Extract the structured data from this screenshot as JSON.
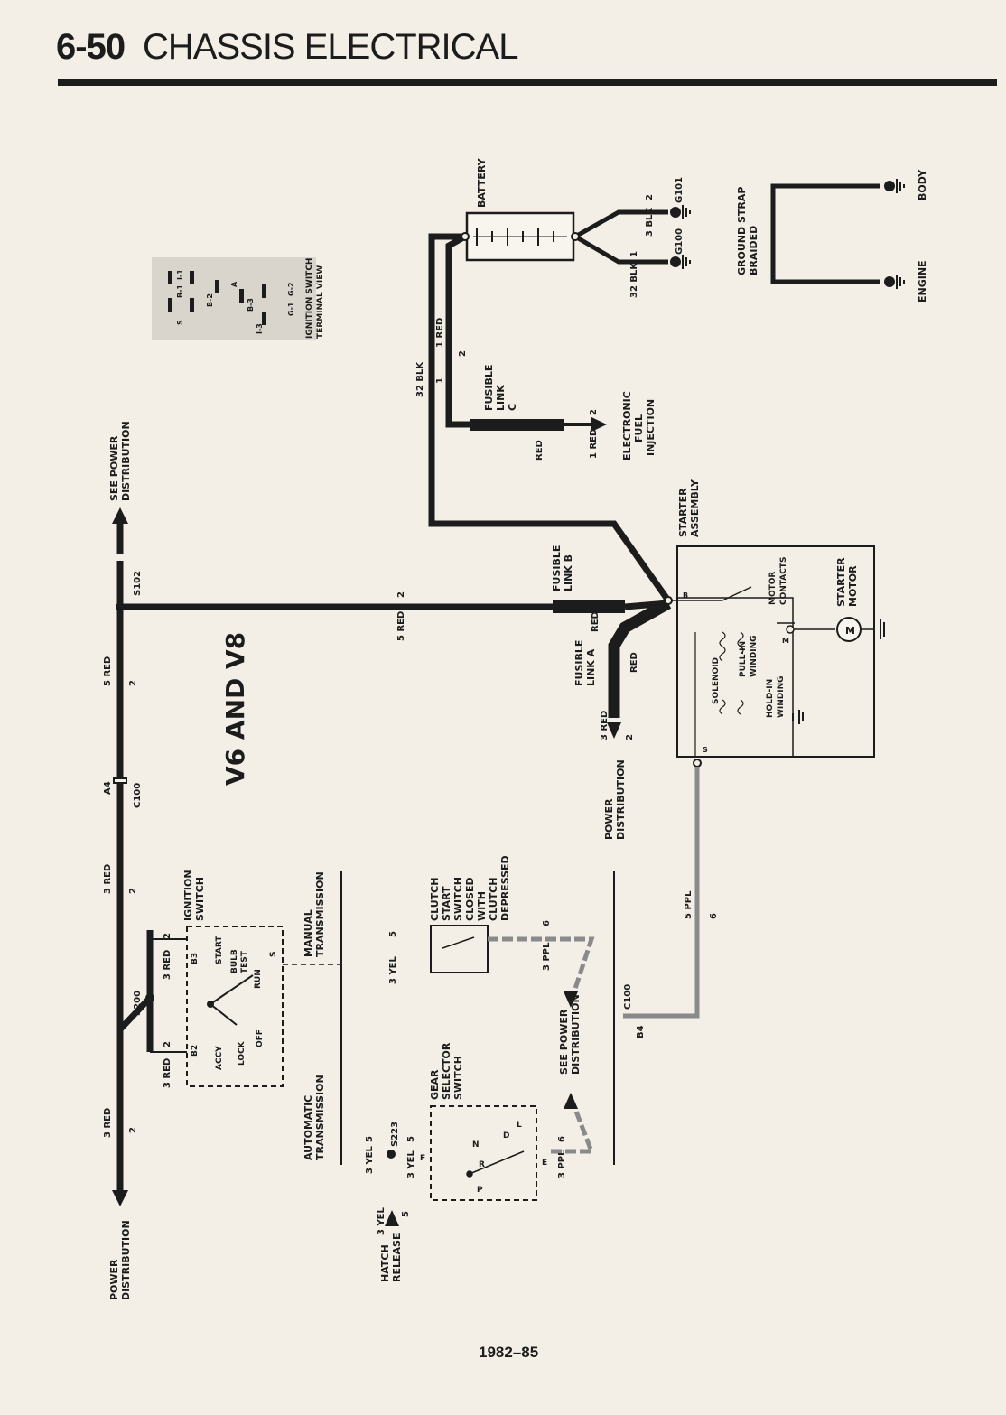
{
  "header": {
    "page_number": "6-50",
    "section_title": "CHASSIS ELECTRICAL"
  },
  "footer": {
    "years": "1982–85"
  },
  "diagram": {
    "engine_label": "V6 AND V8",
    "labels": {
      "power_distribution_bottom": [
        "POWER",
        "DISTRIBUTION"
      ],
      "see_power_distribution_top": [
        "SEE POWER",
        "DISTRIBUTION"
      ],
      "power_distribution_mid": [
        "POWER",
        "DISTRIBUTION"
      ],
      "see_power_distribution_lower": [
        "SEE POWER",
        "DISTRIBUTION"
      ],
      "hatch_release": [
        "HATCH",
        "RELEASE"
      ],
      "electronic_fuel_injection": [
        "ELECTRONIC",
        "FUEL",
        "INJECTION"
      ],
      "battery": "BATTERY",
      "starter_assembly": [
        "STARTER",
        "ASSEMBLY"
      ],
      "starter_motor": [
        "STARTER",
        "MOTOR"
      ],
      "motor_contacts": [
        "MOTOR",
        "CONTACTS"
      ],
      "solenoid": "SOLENOID",
      "pull_in_winding": [
        "PULL-IN",
        "WINDING"
      ],
      "hold_in_winding": [
        "HOLD-IN",
        "WINDING"
      ],
      "ground_strap": [
        "GROUND STRAP",
        "BRAIDED"
      ],
      "engine": "ENGINE",
      "body": "BODY",
      "ignition_switch": [
        "IGNITION",
        "SWITCH"
      ],
      "ignition_terminal_view": [
        "IGNITION SWITCH",
        "TERMINAL VIEW"
      ],
      "clutch_switch": [
        "CLUTCH",
        "START",
        "SWITCH",
        "CLOSED",
        "WITH",
        "CLUTCH",
        "DEPRESSED"
      ],
      "gear_selector": [
        "GEAR",
        "SELECTOR",
        "SWITCH"
      ],
      "manual_transmission": [
        "MANUAL",
        "TRANSMISSION"
      ],
      "automatic_transmission": [
        "AUTOMATIC",
        "TRANSMISSION"
      ],
      "fusible_link_a": [
        "FUSIBLE",
        "LINK A"
      ],
      "fusible_link_b": [
        "FUSIBLE",
        "LINK B"
      ],
      "fusible_link_c": [
        "FUSIBLE",
        "LINK",
        "C"
      ]
    },
    "ignition_positions": [
      "START",
      "BULB",
      "TEST",
      "RUN",
      "OFF",
      "LOCK",
      "ACCY",
      "B3",
      "B2",
      "S"
    ],
    "gear_positions": [
      "P",
      "R",
      "N",
      "D",
      "L",
      "F",
      "E"
    ],
    "terminal_view_pins": [
      "S",
      "B-1",
      "I-1",
      "B-2",
      "A",
      "B-3",
      "I-3",
      "G-1",
      "G-2"
    ],
    "connectors": [
      "S102",
      "C100",
      "A4",
      "S200",
      "C100",
      "B4",
      "S223",
      "G100",
      "G101"
    ],
    "starter_terminals": [
      "B",
      "M",
      "S"
    ],
    "wires": [
      "3 RED",
      "2",
      "5 RED",
      "2",
      "3 RED",
      "2",
      "3 RED",
      "2",
      "3 RED",
      "2",
      "5 RED",
      "2",
      "32 BLK",
      "1",
      "1 RED",
      "2",
      "RED",
      "1 RED",
      "2",
      "RED",
      "RED",
      "3 RED",
      "2",
      "5 PPL",
      "6",
      "3 PPL",
      "6",
      "3 PPL",
      "6",
      "3 YEL",
      "5",
      "3 YEL",
      "5",
      "3 YEL",
      "5",
      "3 YEL",
      "5",
      "3 BLK",
      "2",
      "32 BLK",
      "1"
    ],
    "colors": {
      "wire_heavy": "#1c1c1c",
      "wire_ppl": "#8a8a8a",
      "paper": "#f3efe6",
      "inset": "#d9d5cd"
    }
  }
}
